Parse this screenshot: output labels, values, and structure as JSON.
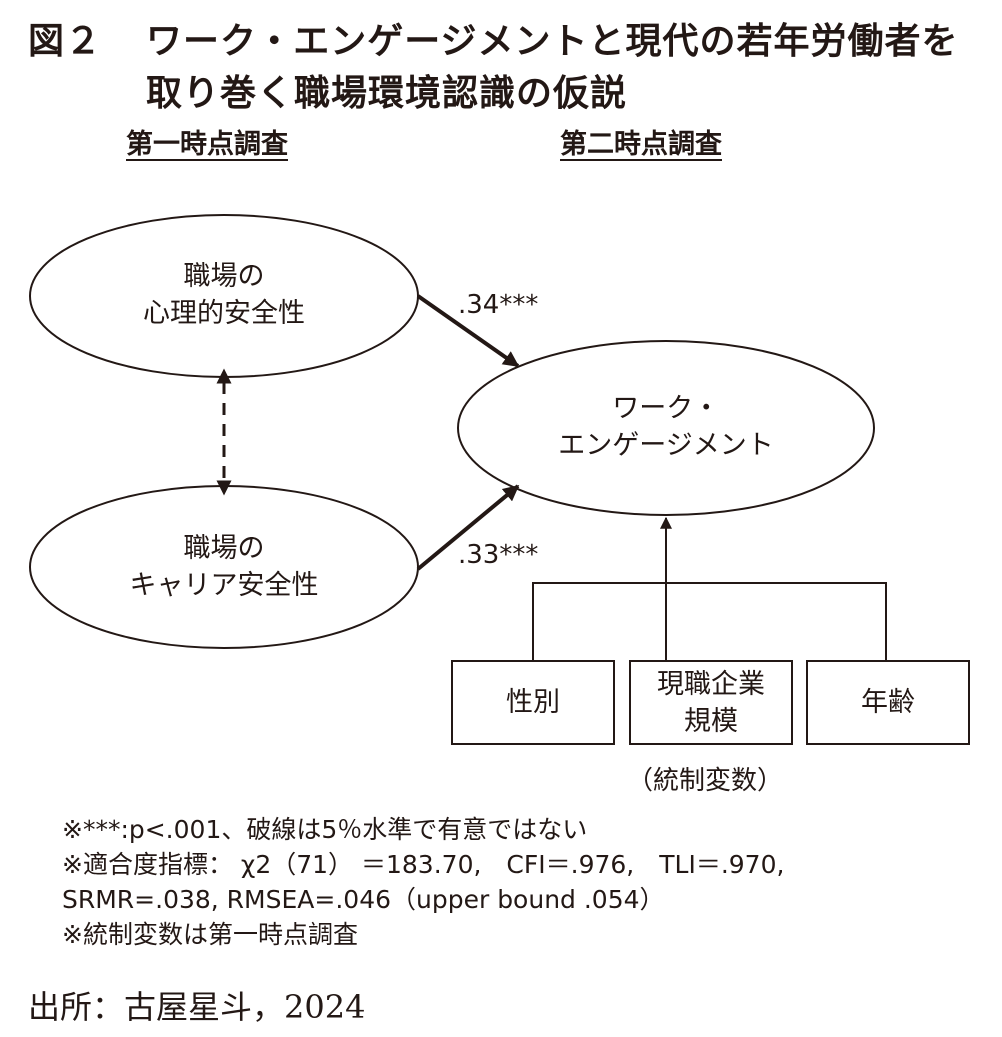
{
  "title": {
    "label": "図２",
    "line1": "ワーク・エンゲージメントと現代の若年労働者を",
    "line2": "取り巻く職場環境認識の仮説"
  },
  "headers": {
    "time1": "第一時点調査",
    "time2": "第二時点調査"
  },
  "nodes": {
    "psych_safety": [
      "職場の",
      "心理的安全性"
    ],
    "career_safety": [
      "職場の",
      "キャリア安全性"
    ],
    "engagement": [
      "ワーク・",
      "エンゲージメント"
    ]
  },
  "paths": {
    "psych_to_engagement": ".34***",
    "career_to_engagement": ".33***"
  },
  "controls": {
    "gender": "性別",
    "company_size": [
      "現職企業",
      "規模"
    ],
    "age": "年齢",
    "label": "（統制変数）"
  },
  "notes": [
    "※***:p<.001、破線は5％水準で有意ではない",
    "※適合度指標： χ2（71） ＝183.70,　CFI＝.976,　TLI＝.970,",
    "SRMR=.038, RMSEA=.046（upper bound .054）",
    "※統制変数は第一時点調査"
  ],
  "source": "出所：古屋星斗，2024",
  "colors": {
    "ink": "#231815",
    "background": "#ffffff"
  }
}
